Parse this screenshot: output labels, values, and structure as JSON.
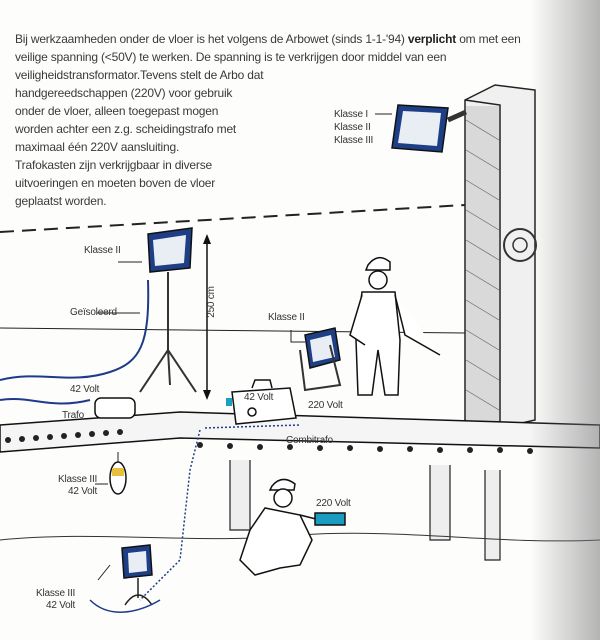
{
  "intro": {
    "line1_pre": "Bij werkzaamheden onder de vloer is het volgens de Arbowet (sinds 1-1-'94) ",
    "line1_bold": "verplicht",
    "line1_post": " om met een",
    "lines": [
      "veilige spanning (<50V) te werken. De spanning is te verkrijgen door middel van een",
      "veiligheidstransformator.Tevens stelt de Arbo dat",
      "handgereedschappen (220V) voor gebruik",
      "onder de vloer, alleen toegepast mogen",
      "worden achter een z.g. scheidingstrafo met",
      "maximaal één 220V aansluiting.",
      "Trafokasten zijn verkrijgbaar in diverse",
      "uitvoeringen en moeten boven de vloer",
      "geplaatst worden."
    ]
  },
  "labels": {
    "wall_lamp_classes": [
      "Klasse I",
      "Klasse II",
      "Klasse III"
    ],
    "tripod_lamp": "Klasse II",
    "insulated": "Geïsoleerd",
    "height": "250 cm",
    "floor_lamp": "Klasse II",
    "trafo_voltage": "42 Volt",
    "trafo": "Trafo",
    "box_voltage": "42 Volt",
    "box_outlet_voltage": "220 Volt",
    "combitrafo": "Combitrafo",
    "hanging_lamp_class": "Klasse III",
    "hanging_lamp_voltage": "42 Volt",
    "drill_voltage": "220 Volt",
    "ground_lamp_class": "Klasse III",
    "ground_lamp_voltage": "42 Volt"
  },
  "colors": {
    "cable": "#1f3a8a",
    "lamp_frame": "#1e3f86"
  }
}
